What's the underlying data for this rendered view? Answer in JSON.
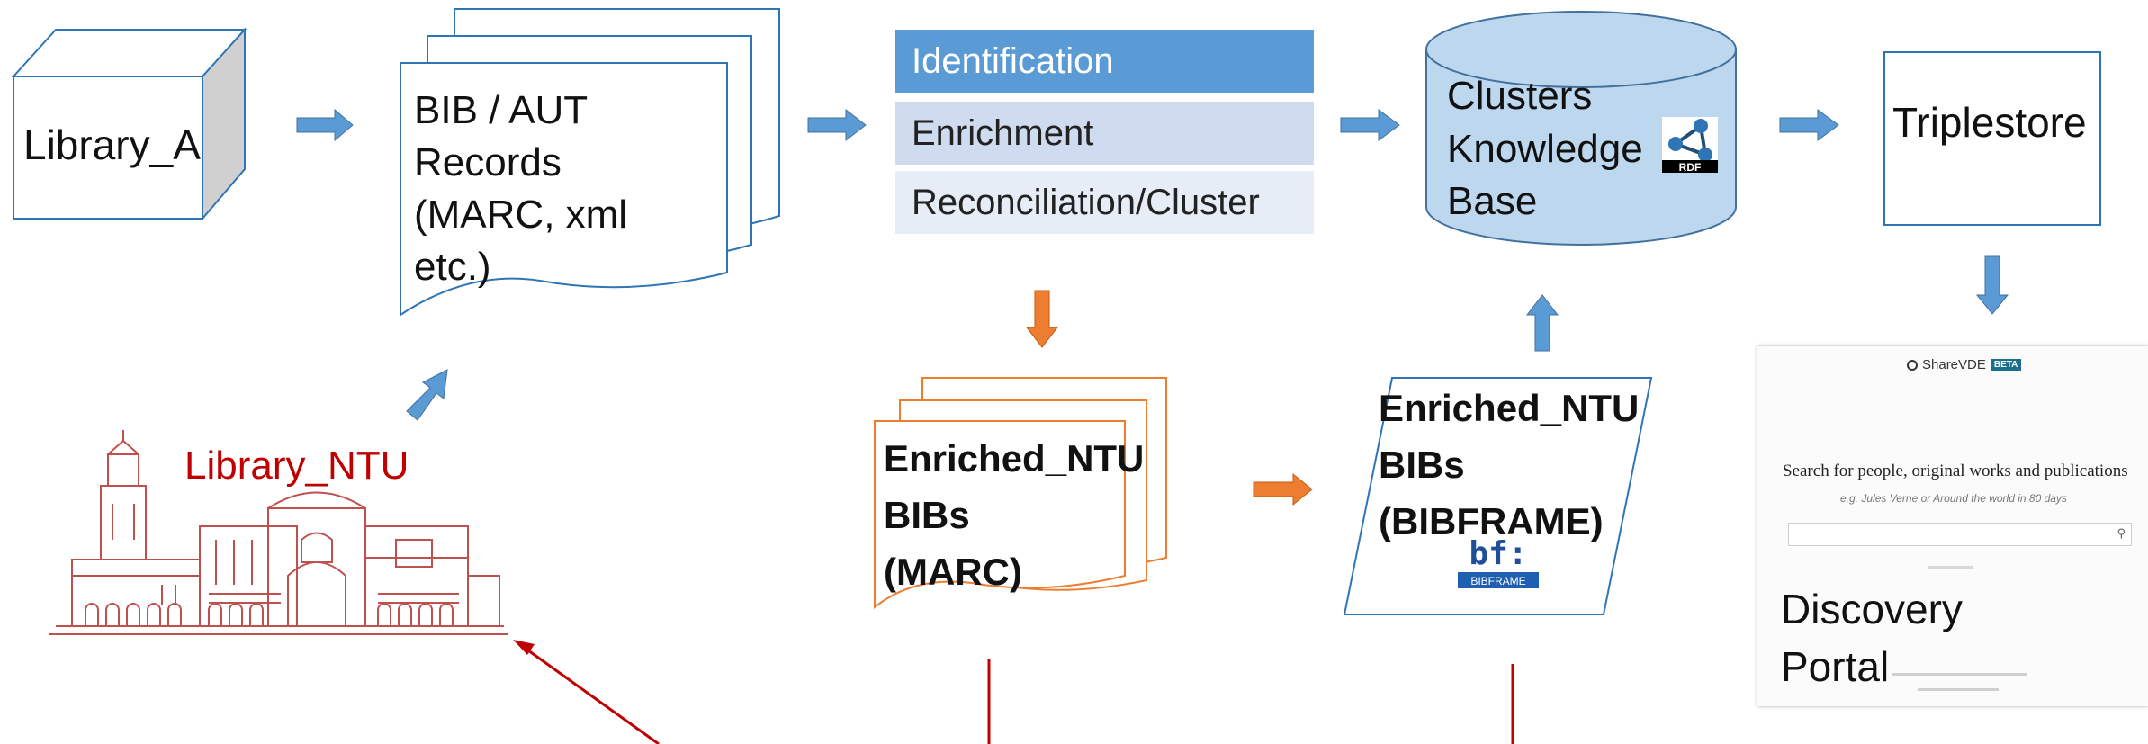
{
  "nodes": {
    "library_a": "Library_A",
    "bib_records": [
      "BIB / AUT",
      "Records",
      "(MARC, xml",
      "etc.)"
    ],
    "pipeline": [
      "Identification",
      "Enrichment",
      "Reconciliation/Cluster"
    ],
    "knowledge_base": [
      "Clusters",
      "Knowledge",
      "Base"
    ],
    "rdf_label": "RDF",
    "triplestore": "Triplestore",
    "library_ntu": "Library_NTU",
    "enriched_marc": [
      "Enriched_NTU",
      "BIBs",
      "(MARC)"
    ],
    "enriched_bibframe": [
      "Enriched_NTU",
      "BIBs",
      "(BIBFRAME)"
    ],
    "bf_logo": {
      "mark": "bf:",
      "caption": "BIBFRAME"
    }
  },
  "portal": {
    "brand": "ShareVDE",
    "badge": "BETA",
    "headline": "Search for people, original works and publications",
    "example": "e.g. Jules Verne or Around the world in 80 days",
    "label": [
      "Discovery",
      "Portal"
    ]
  },
  "colors": {
    "blue_arrow": "#5b9bd5",
    "blue_outline": "#41719c",
    "orange": "#ed7d31",
    "red": "#c00000",
    "cylinder_fill": "#bdd7ee"
  }
}
